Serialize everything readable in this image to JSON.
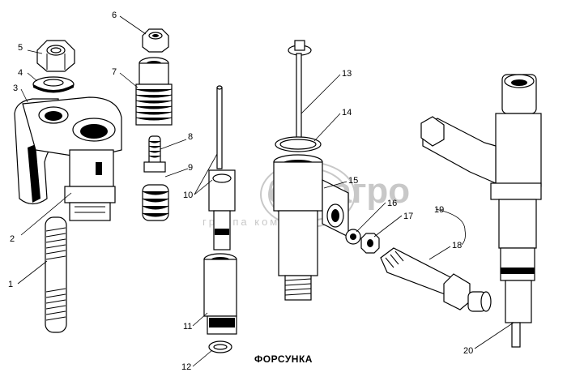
{
  "title": "ФОРСУНКА",
  "watermark": {
    "brand": "белагро",
    "subtitle": "группа компаний"
  },
  "callouts": [
    "1",
    "2",
    "3",
    "4",
    "5",
    "6",
    "7",
    "8",
    "9",
    "10",
    "11",
    "12",
    "13",
    "14",
    "15",
    "16",
    "17",
    "18",
    "19",
    "20"
  ]
}
